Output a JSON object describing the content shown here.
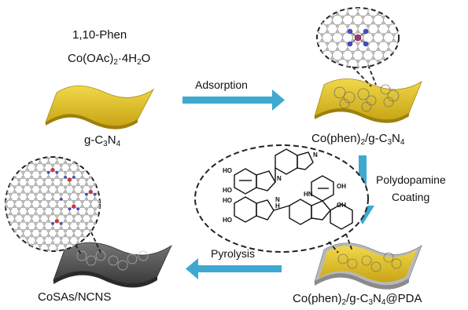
{
  "reagents": {
    "phen": "1,10-Phen",
    "cobalt_salt": "Co(OAc)",
    "cobalt_sub": "2",
    "cobalt_rest": "·4H",
    "cobalt_sub2": "2",
    "cobalt_end": "O"
  },
  "steps": {
    "adsorption": "Adsorption",
    "coating_line1": "Polydopamine",
    "coating_line2": "Coating",
    "pyrolysis": "Pyrolysis"
  },
  "materials": {
    "gcn": {
      "pre": "g-C",
      "s1": "3",
      "mid": "N",
      "s2": "4"
    },
    "cophen": {
      "pre": "Co(phen)",
      "s0": "2",
      "mid1": "/g-C",
      "s1": "3",
      "mid2": "N",
      "s2": "4"
    },
    "cophen_pda": {
      "pre": "Co(phen)",
      "s0": "2",
      "mid1": "/g-C",
      "s1": "3",
      "mid2": "N",
      "s2": "4",
      "end": "@PDA"
    },
    "cosas": "CoSAs/NCNS"
  },
  "pda_labels": {
    "ho": "HO",
    "oh": "OH",
    "hn": "HN",
    "h": "H",
    "n": "N"
  },
  "colors": {
    "sheet_yellow": "#e2c21d",
    "sheet_yellow_dark": "#b89a10",
    "arrow_blue": "#3ea9d0",
    "sheet_dark": "#555555",
    "cobalt_red": "#e03030",
    "nitrogen_blue": "#4050c8",
    "carbon_gray": "#bfbfbf"
  }
}
